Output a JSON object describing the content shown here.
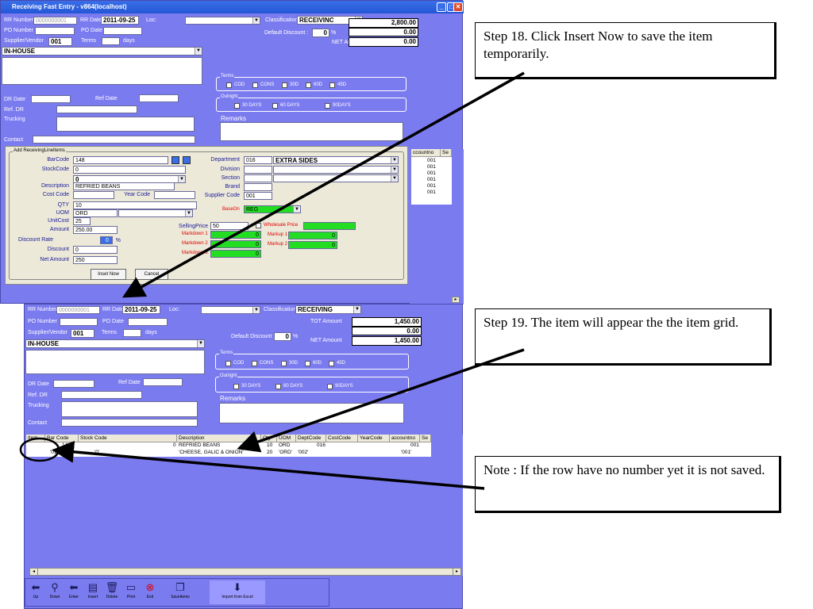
{
  "window": {
    "title": "Receiving Fast Entry - v864(localhost)"
  },
  "header": {
    "rr_number_label": "RR Number",
    "rr_date_label": "RR Date",
    "loc_label": "Loc:",
    "classification_label": "Classification",
    "po_number_label": "PO Number",
    "po_date_label": "PO Date",
    "supplier_label": "Supplier/Vendor",
    "terms_label": "Terms",
    "days_label": "days",
    "default_discount_label": "Default Discount :",
    "percent_sign": "%",
    "tot_amount_label": "TOT Amount",
    "net_amount_label": "NET Amount",
    "dr_date_label": "DR Date",
    "ref_date_label": "Ref Date",
    "ref_dr_label": "Ref. DR",
    "trucking_label": "Trucking",
    "contact_label": "Contact",
    "terms_group": "Terms",
    "outright_group": "Outright",
    "remarks_label": "Remarks",
    "terms_options": [
      "COD",
      "CONS",
      "30D",
      "60D",
      "45D"
    ],
    "outright_options": [
      "30 DAYS",
      "60 DAYS",
      "90DAYS"
    ]
  },
  "form1": {
    "rr_number": "0000000001",
    "rr_date": "2011-09-25",
    "classification": "RECEIVING",
    "supplier": "001",
    "supplier_name": "IN-HOUSE",
    "default_discount": "0",
    "tot_amount": "2,800.00",
    "discount_amount": "0.00",
    "net_amount": "0.00"
  },
  "form2": {
    "rr_number": "0000000001",
    "rr_date": "2011-09-25",
    "classification": "RECEIVING",
    "supplier": "001",
    "supplier_name": "IN-HOUSE",
    "default_discount": "0",
    "tot_amount": "1,450.00",
    "discount_amount": "0.00",
    "net_amount": "1,450.00"
  },
  "dialog": {
    "title": "Add ReceivingLineItems",
    "barcode_label": "BarCode",
    "barcode": "148",
    "stockcode_label": "StockCode",
    "stockcode": "0",
    "stockcode2": "0",
    "description_label": "Description",
    "description": "REFRIED BEANS",
    "cost_code_label": "Cost Code",
    "year_code_label": "Year Code",
    "qty_label": "QTY",
    "qty": "10",
    "uom_label": "UOM",
    "uom": "ORD",
    "unitcost_label": "UnitCost",
    "unitcost": "25",
    "amount_label": "Amount",
    "amount": "250.00",
    "discount_rate_label": "Discount Rate",
    "discount_rate": "0",
    "percent_sign": "%",
    "discount_label": "Discount",
    "discount": "0",
    "net_amount_label": "Net Amount",
    "net_amount": "250",
    "department_label": "Department",
    "department_code": "016",
    "department_name": "EXTRA SIDES",
    "division_label": "Division",
    "section_label": "Section",
    "brand_label": "Brand",
    "supplier_code_label": "Supplier Code",
    "supplier_code": "001",
    "baseon_label": "BaseOn",
    "baseon": "REG",
    "selling_price_label": "SellingPrice",
    "selling_price": "50",
    "wholesale_label": "Wholesale Price",
    "markdown1_label": "Markdown 1",
    "markdown2_label": "Markdown 2",
    "markdown3_label": "Markdown 3",
    "markup1_label": "Markup 1",
    "markup2_label": "Markup 2",
    "zero": "0",
    "insert_now": "Inset Now",
    "cancel": "Cancel"
  },
  "side_grid": {
    "headers": [
      "ccountno",
      "Se"
    ],
    "rows": [
      "001",
      "001",
      "001",
      "001",
      "001",
      "001"
    ]
  },
  "grid": {
    "headers": [
      "Item",
      "Bar Code",
      "Stock Code",
      "Description",
      "Qty",
      "UOM",
      "DeptCode",
      "CostCode",
      "YearCode",
      "accountno",
      "Se"
    ],
    "row1": {
      "item": "",
      "barcode": "148",
      "stock": "0",
      "desc": "REFRIED BEANS",
      "qty": "10",
      "uom": "ORD",
      "dept": "016",
      "acct": "001"
    },
    "row2": {
      "item": "'01'",
      "stock": "'0'",
      "desc": "'CHEESE, GALIC & ONION'",
      "qty": "20",
      "uom": "'ORD'",
      "dept": "'002'",
      "acct": "'001'"
    }
  },
  "toolbar": [
    {
      "icon": "up-arrow-icon",
      "label": "Up"
    },
    {
      "icon": "binoculars-icon",
      "label": "Down"
    },
    {
      "icon": "enter-icon",
      "label": "Enter"
    },
    {
      "icon": "insert-icon",
      "label": "Insert"
    },
    {
      "icon": "trash-icon",
      "label": "Delete"
    },
    {
      "icon": "print-icon",
      "label": "Print"
    },
    {
      "icon": "exit-icon",
      "label": "Exit"
    },
    {
      "icon": "save-items-icon",
      "label": "SaveItems"
    },
    {
      "icon": "import-icon",
      "label": "Import from Excel"
    }
  ],
  "annotations": {
    "step18": "Step 18. Click Insert Now to save the item temporarily.",
    "step19": "Step 19. The item will appear the the item grid.",
    "note": "Note : If the row have no number yet it is not saved."
  }
}
